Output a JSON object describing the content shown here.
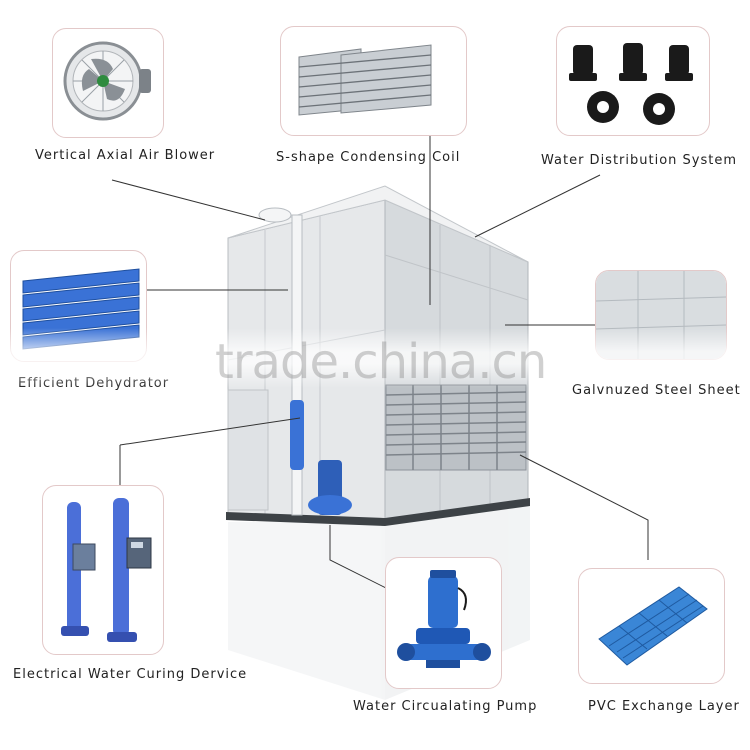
{
  "labels": {
    "blower": "Vertical Axial Air Blower",
    "coil": "S-shape Condensing Coil",
    "distribution": "Water Distribution System",
    "dehydrator": "Efficient Dehydrator",
    "steel": "Galvnuzed Steel Sheet",
    "curing": "Electrical Water Curing Dervice",
    "pump": "Water Circualating Pump",
    "pvc": "PVC Exchange Layer"
  },
  "watermark": "trade.china.cn",
  "colors": {
    "card_border": "#e3c9c9",
    "blue": "#3a72d6",
    "steel": "#d9dde0",
    "leader_line": "#333333"
  }
}
